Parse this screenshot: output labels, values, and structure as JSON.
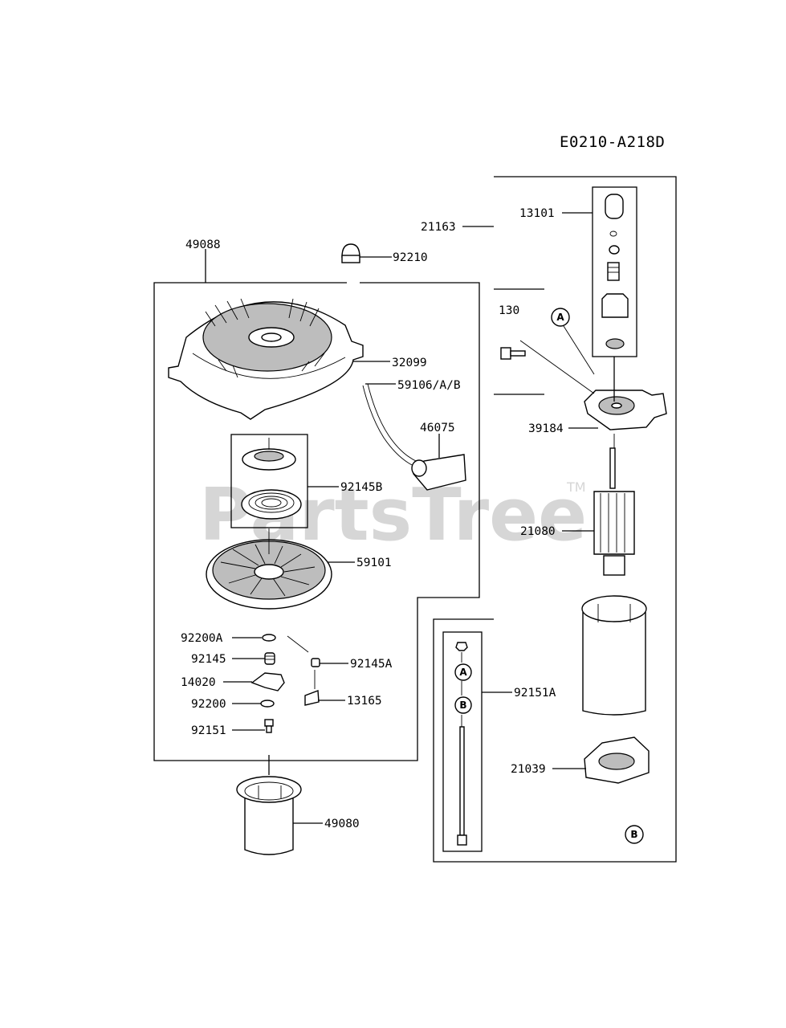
{
  "diagram_code": "E0210-A218D",
  "watermark": {
    "text": "PartsTree",
    "tm": "TM"
  },
  "parts": {
    "p49088": "49088",
    "p92210": "92210",
    "p21163": "21163",
    "p13101": "13101",
    "p130": "130",
    "p32099": "32099",
    "p59106": "59106/A/B",
    "p46075": "46075",
    "p39184": "39184",
    "p92145B": "92145B",
    "p21080": "21080",
    "p59101": "59101",
    "p92200A": "92200A",
    "p92145": "92145",
    "p92145A": "92145A",
    "p14020": "14020",
    "p13165": "13165",
    "p92200": "92200",
    "p92151": "92151",
    "p92151A": "92151A",
    "p21039": "21039",
    "p49080": "49080"
  },
  "markers": {
    "a": "A",
    "b": "B"
  }
}
